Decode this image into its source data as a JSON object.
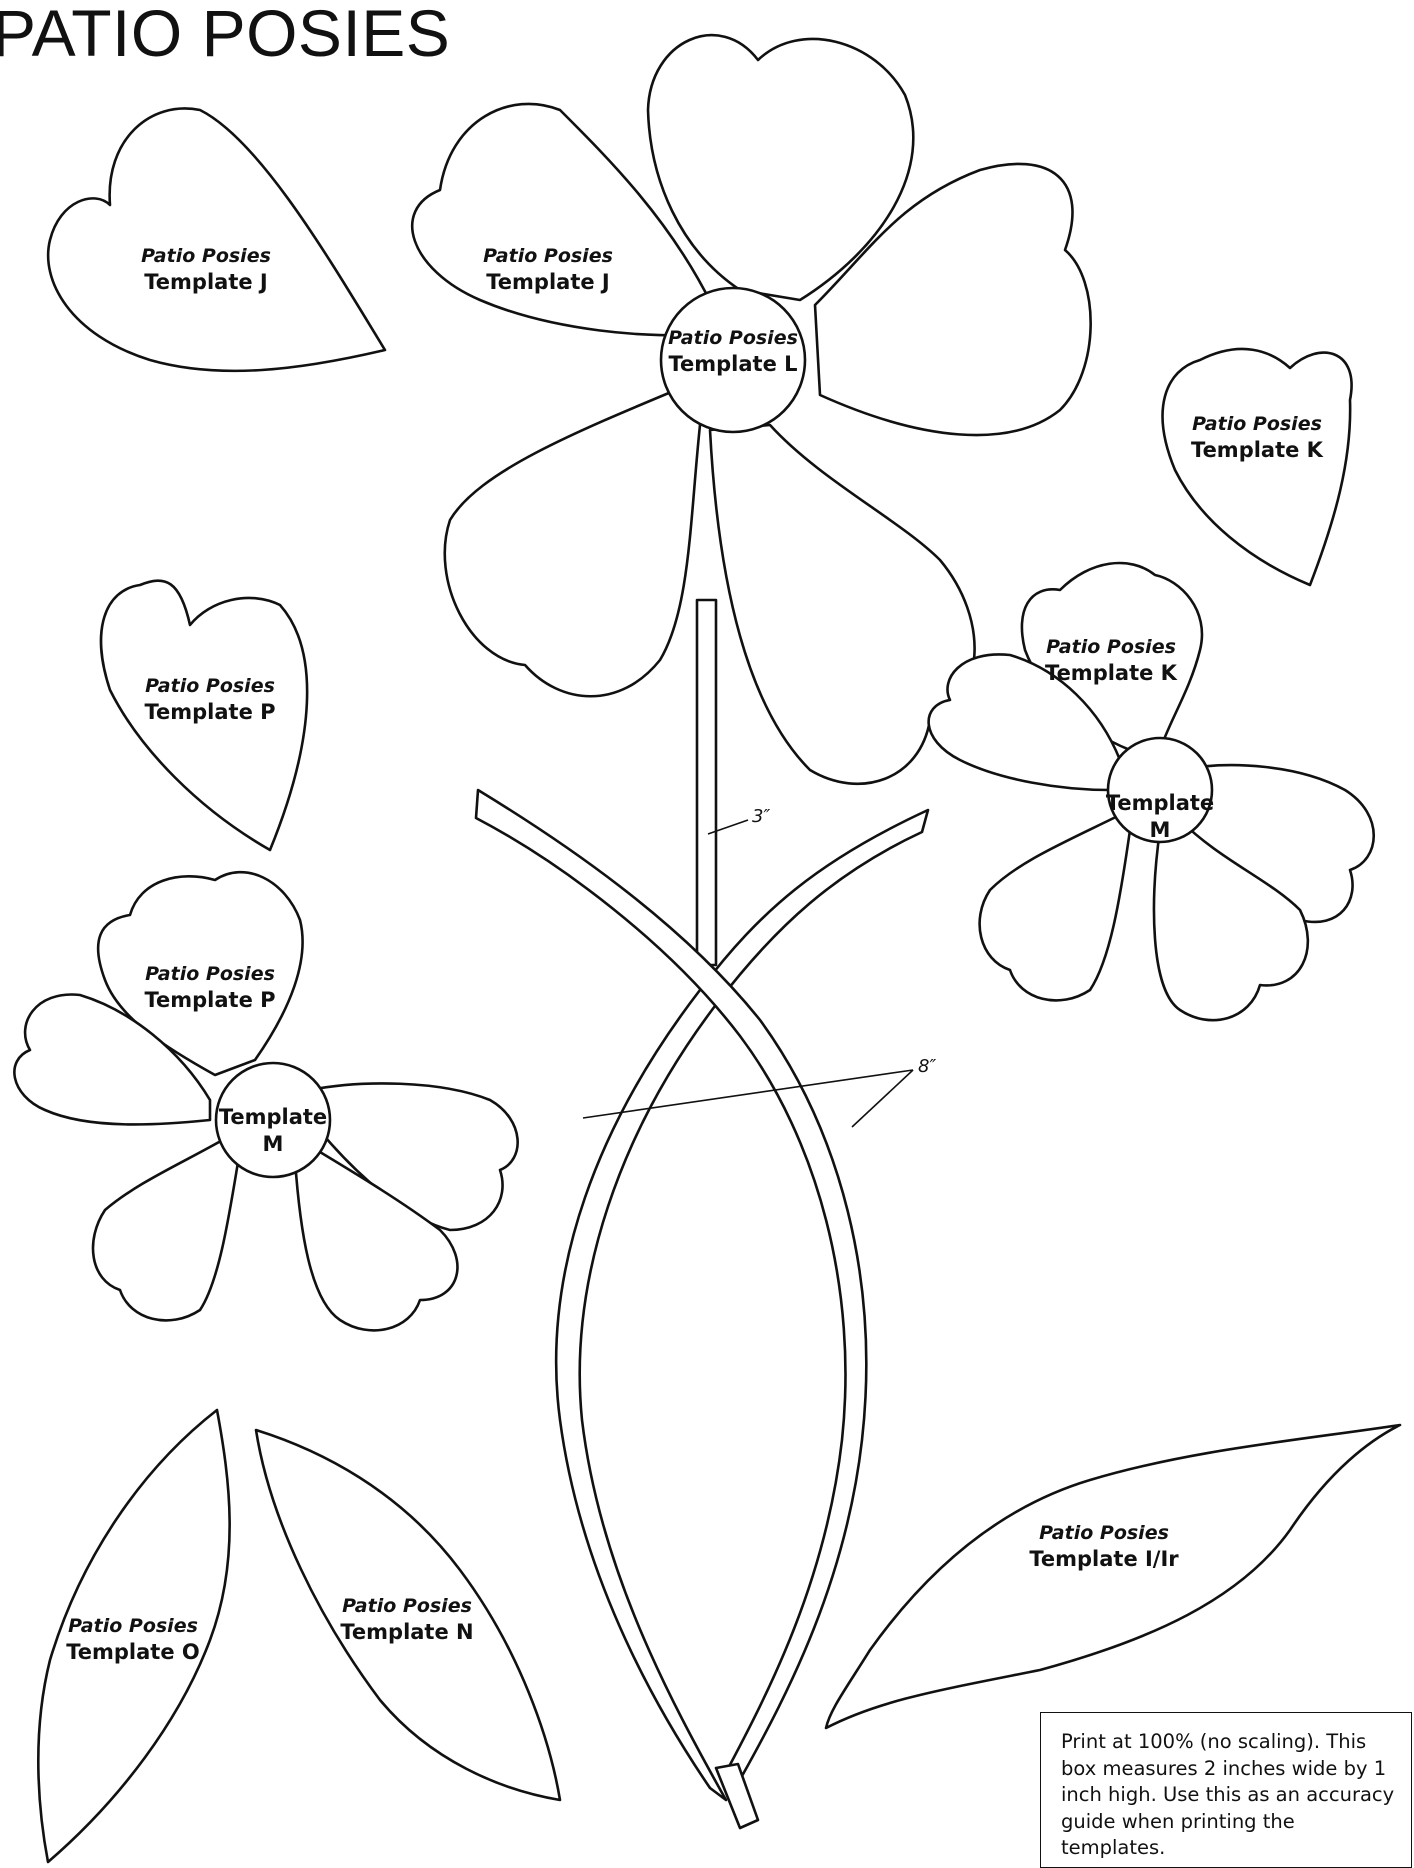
{
  "title": "PATIO POSIES",
  "series_label": "Patio Posies",
  "templates": {
    "J": "Template J",
    "K": "Template K",
    "L": "Template L",
    "M": "Template",
    "M_letter": "M",
    "N": "Template N",
    "O": "Template O",
    "P": "Template P",
    "I": "Template I/Ir"
  },
  "measurements": {
    "short_stem": "3″",
    "long_stem": "8″"
  },
  "print_note": "Print at 100% (no scaling). This box measures 2 inches wide by 1 inch high. Use this as an accuracy guide when printing the templates."
}
